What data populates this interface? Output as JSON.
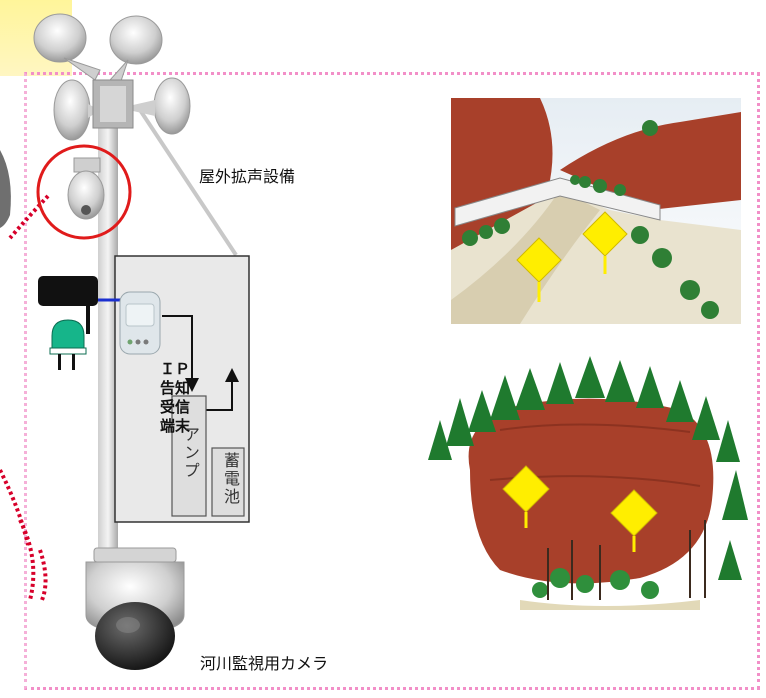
{
  "labels": {
    "speaker": "屋外拡声設備",
    "camera": "河川監視用カメラ",
    "terminal_line1": "ＩＰ",
    "terminal_line2": "告知",
    "terminal_line3": "受信",
    "terminal_line4": "端末",
    "amp": "アンプ",
    "battery": "蓄電池"
  },
  "colors": {
    "frame_dotted": "#f28fc8",
    "red_circle": "#e01b1b",
    "red_dots": "#d7002a",
    "sensor_green": "#16b58a",
    "marker_yellow": "#ffee00",
    "terrain_red": "#a8402a",
    "tree_green": "#1f7a2e",
    "cable_blue": "#1a2fd0"
  },
  "icons": [
    "megaphone-speaker-icon",
    "dome-camera-icon",
    "ip-terminal-icon",
    "antenna-box-icon",
    "rain-gauge-icon",
    "diamond-marker-icon"
  ]
}
